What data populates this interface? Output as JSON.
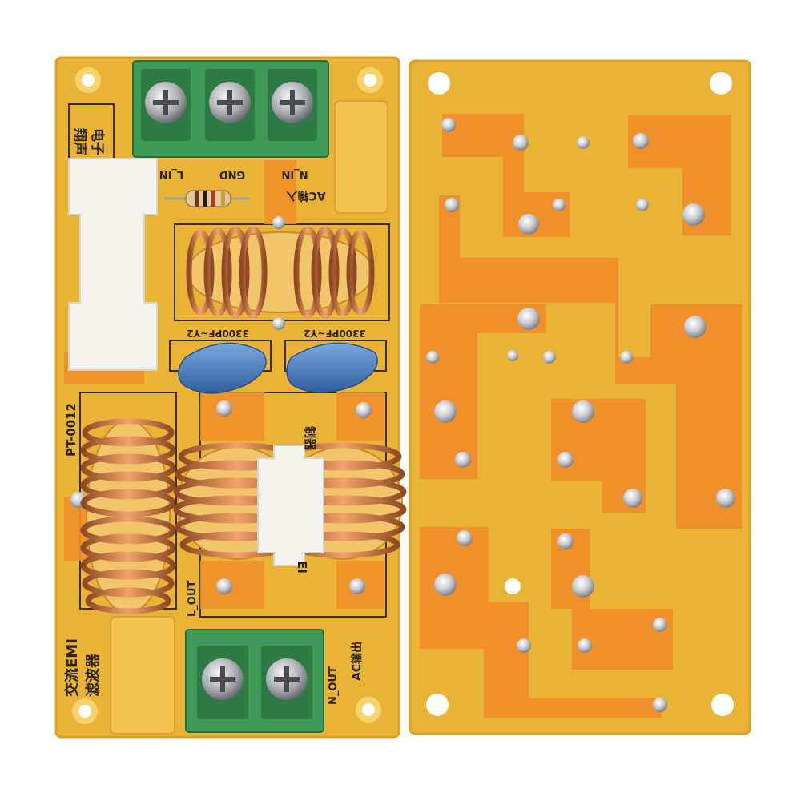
{
  "photo": {
    "colors": {
      "background": "#ffffff",
      "board": "#e9b335",
      "board_edge": "#d9a02a",
      "copper_pad": "#f0902a",
      "copper_wire": "#d67a3e",
      "core": "#f1c56a",
      "terminal": "#3f9a5a",
      "capacitor_yellow": "#f3c24e",
      "capacitor_blue": "#4a7fc0",
      "ceramic": "#f4f2ec",
      "silkscreen": "#2b2416",
      "solder": "#c9cbd0"
    }
  },
  "front_board": {
    "brand_line1": "翔声",
    "brand_line2": "电子",
    "label_l_in": "L_IN",
    "label_gnd": "GND",
    "label_n_in": "N_IN",
    "label_ac_in": "AC输入",
    "label_cap_left": "3300PF~Y2",
    "label_cap_right": "3300PF~Y2",
    "label_model": "PT-0012",
    "label_choke": "制器",
    "label_emi_mark": "EI",
    "label_l_out": "L_OUT",
    "label_n_out": "N_OUT",
    "label_ac_out": "AC输出",
    "label_title_line1": "交流EMI",
    "label_title_line2": "滤波器"
  }
}
